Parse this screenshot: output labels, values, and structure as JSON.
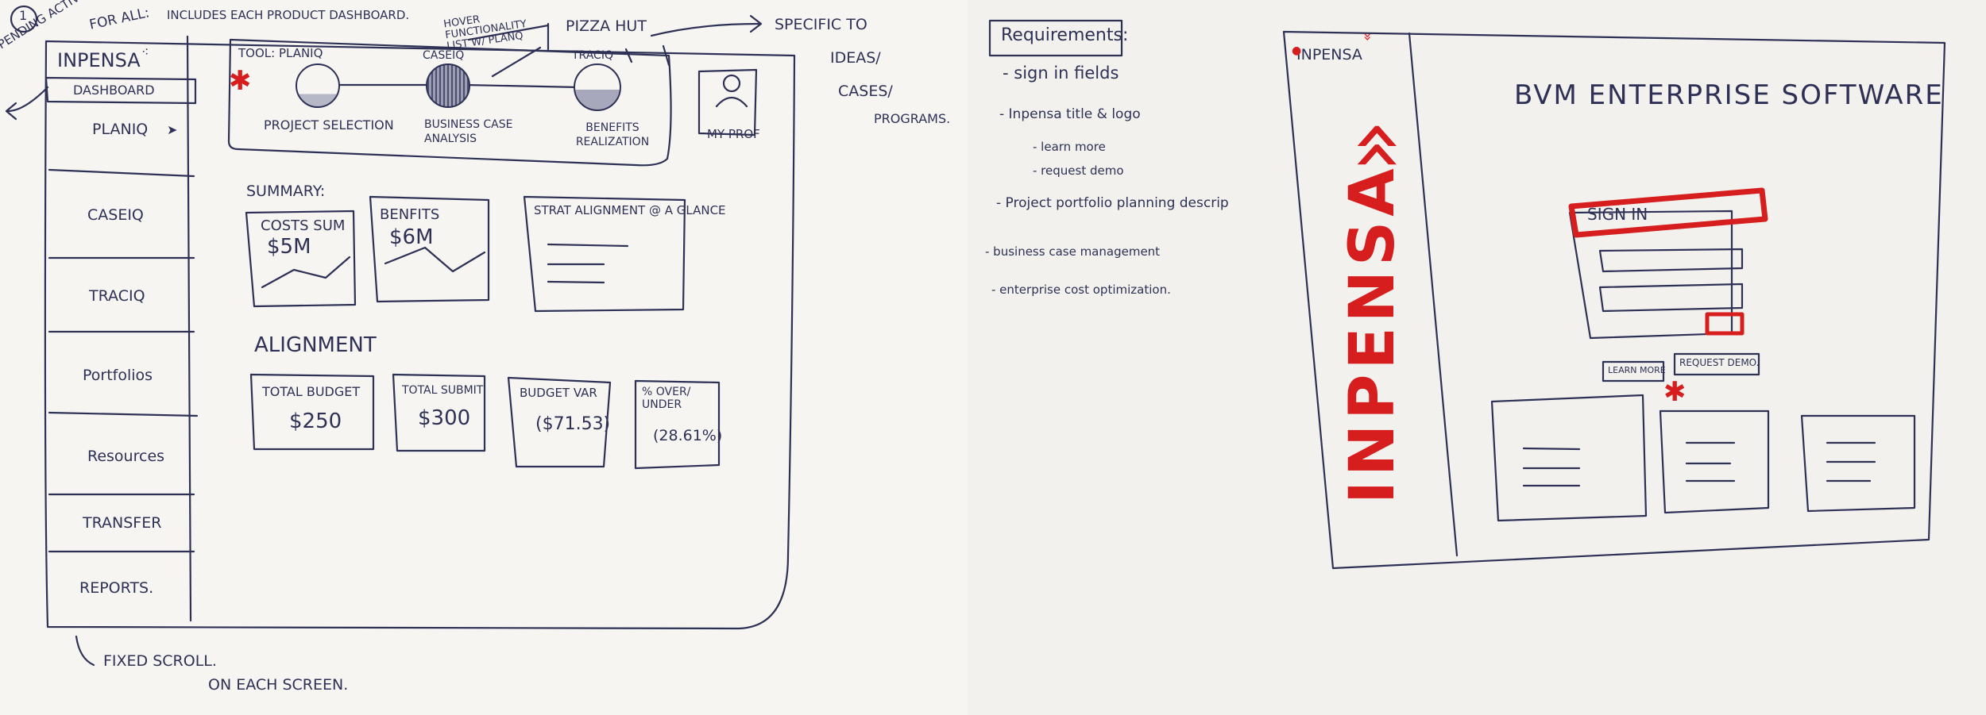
{
  "left_sketch": {
    "page_number": "1",
    "top_note_forall": "FOR ALL:",
    "top_note_includes": "INCLUDES EACH PRODUCT DASHBOARD.",
    "pending_activities": "PENDING ACTIVITIES",
    "hover_note": "HOVER FUNCTIONALITY LIST W/ PLANQ",
    "pizza_hut": "PIZZA HUT",
    "specific_note": [
      "SPECIFIC TO",
      "IDEAS/",
      "CASES/",
      "PROGRAMS."
    ],
    "logo": "INPENSA",
    "dashboard_tab": "DASHBOARD",
    "sidebar": [
      "PLANIQ",
      "CASEIQ",
      "TRACIQ",
      "Portfolios",
      "Resources",
      "TRANSFER",
      "REPORTS."
    ],
    "tool_label": "TOOL: PLANIQ",
    "steps": [
      {
        "top": "",
        "bottom": "PROJECT SELECTION"
      },
      {
        "top": "CASEIQ",
        "bottom": "BUSINESS CASE ANALYSIS"
      },
      {
        "top": "TRACIQ",
        "bottom": "BENEFITS REALIZATION"
      }
    ],
    "profile_label": "MY PROF",
    "summary_heading": "SUMMARY:",
    "summary_cards": [
      {
        "title": "COSTS SUM",
        "value": "$5M"
      },
      {
        "title": "BENFITS",
        "value": "$6M"
      },
      {
        "title": "STRAT ALIGNMENT @ A GLANCE",
        "value": ""
      }
    ],
    "alignment_heading": "ALIGNMENT",
    "alignment_cards": [
      {
        "title": "TOTAL BUDGET",
        "value": "$250"
      },
      {
        "title": "TOTAL SUBMIT",
        "value": "$300"
      },
      {
        "title": "BUDGET VAR",
        "value": "($71.53)"
      },
      {
        "title": "% OVER/ UNDER",
        "value": "(28.61%)"
      }
    ],
    "footer_note": [
      "FIXED SCROLL.",
      "ON EACH SCREEN."
    ]
  },
  "right_sketch": {
    "requirements_title": "Requirements:",
    "requirements": [
      "- sign in fields",
      "- Inpensa title & logo",
      "- learn more",
      "- request demo",
      "- Project portfolio planning descrip",
      "- business case management",
      "- enterprise cost optimization."
    ],
    "logo": "INPENSA",
    "vertical_brand": "INPENSA",
    "headline": "BVM ENTERPRISE SOFTWARE",
    "signin_label": "SIGN IN",
    "learn_more": "LEARN MORE",
    "request_demo": "REQUEST DEMO."
  }
}
